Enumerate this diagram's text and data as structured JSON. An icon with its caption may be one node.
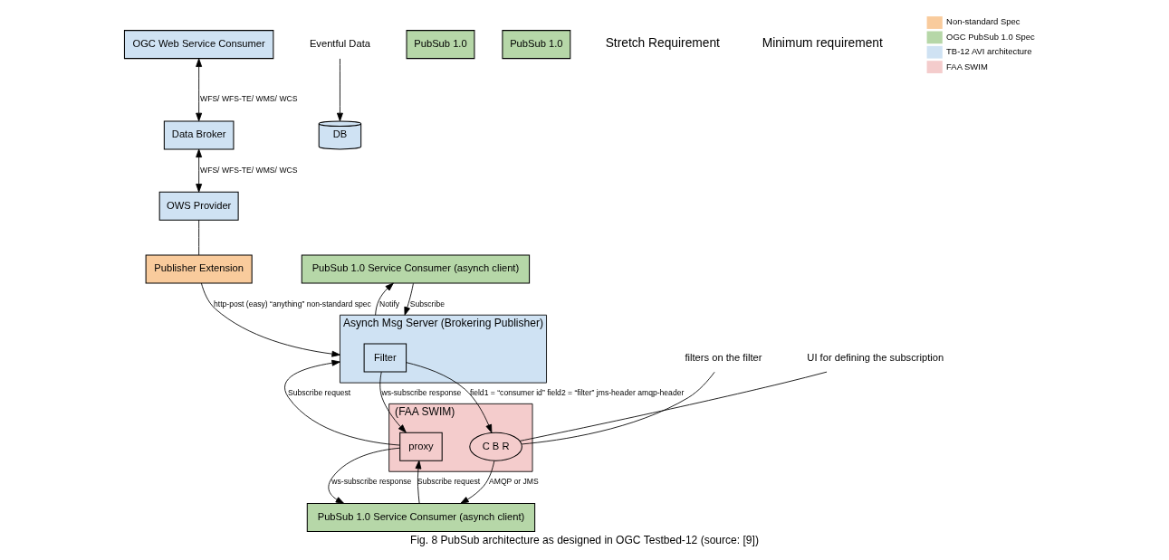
{
  "diagram": {
    "caption": "Fig. 8 PubSub architecture as designed in OGC Testbed-12 (source: [9])",
    "nodes": [
      {
        "text": [
          "OGC Web Service Consumer"
        ]
      },
      {
        "text": [
          "Data Broker"
        ]
      },
      {
        "text": [
          "DB"
        ]
      },
      {
        "text": [
          "OWS Provider"
        ]
      },
      {
        "text": [
          "Publisher Extension"
        ]
      },
      {
        "text": [
          "PubSub 1.0 Service Consumer (asynch client)"
        ]
      },
      {
        "text": [
          "Asynch Msg Server (Brokering Publisher)"
        ]
      },
      {
        "text": [
          "Filter"
        ],
        "in": 6
      },
      {
        "text": [
          "PubSub 1.0"
        ]
      },
      {
        "text": [
          "PubSub 1.0"
        ]
      },
      {
        "text": [
          "PubSub 1.0 Service Consumer (asynch client)"
        ]
      },
      {
        "text": [
          "(FAA SWIM)"
        ]
      },
      {
        "text": [
          "proxy"
        ],
        "in": 11
      },
      {
        "text": [
          "C B R"
        ],
        "in": 11
      },
      {
        "text": [
          "filters on the filter"
        ]
      },
      {
        "text": [
          "UI for defining the subscription"
        ]
      },
      {
        "text": [
          "Eventful Data"
        ]
      }
    ],
    "edges": [
      {
        "from": 0,
        "to": 1,
        "arrow": "both",
        "label": "WFS/ WFS-TE/ WMS/ WCS"
      },
      {
        "from": 1,
        "to": 3,
        "arrow": "both",
        "label": "WFS/ WFS-TE/ WMS/ WCS"
      },
      {
        "from": 16,
        "to": 2,
        "arrow": "to"
      },
      {
        "from": 3,
        "to": 4,
        "arrow": "none"
      },
      {
        "from": 4,
        "to": 6,
        "arrow": "to",
        "label": "http-post (easy) “anything” non-standard spec"
      },
      {
        "from": 5,
        "to": 6,
        "arrow": "to",
        "label": "Subscribe"
      },
      {
        "from": 6,
        "to": 5,
        "arrow": "to",
        "label": "Notify"
      },
      {
        "from": 10,
        "to": 12,
        "arrow": "to",
        "label": "Subscribe request"
      },
      {
        "from": 12,
        "to": 10,
        "arrow": "to",
        "label": "ws-subscribe response"
      },
      {
        "from": 13,
        "to": 10,
        "arrow": "to",
        "label": "AMQP or JMS"
      },
      {
        "from": 14,
        "to": 13,
        "arrow": "none"
      },
      {
        "from": 15,
        "to": 13,
        "arrow": "none"
      },
      {
        "from": 12,
        "to": 6,
        "arrow": "to",
        "label": "Subscribe request"
      },
      {
        "from": 7,
        "to": 12,
        "arrow": "to",
        "label": "ws-subscribe response"
      },
      {
        "from": 7,
        "to": 13,
        "arrow": "to",
        "label": "field1 = “consumer id” field2 = “filter” jms-header amqp-header"
      }
    ],
    "labels": [
      "Stretch Requirement",
      "Minimum requirement"
    ],
    "legend": [
      {
        "text": "Non-standard Spec",
        "color": "#f9cb9c"
      },
      {
        "text": "OGC PubSub 1.0 Spec",
        "color": "#b6d7a8"
      },
      {
        "text": "TB-12 AVI architecture",
        "color": "#cfe2f3"
      },
      {
        "text": "FAA SWIM",
        "color": "#f4cccc"
      }
    ]
  }
}
